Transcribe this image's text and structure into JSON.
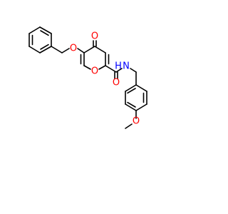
{
  "molecule": {
    "atoms": {
      "ether_oxygen": {
        "text": "O",
        "color": "#ff0000"
      },
      "ketone_oxygen": {
        "text": "O",
        "color": "#ff0000"
      },
      "ring_oxygen": {
        "text": "O",
        "color": "#ff0000"
      },
      "amide_oxygen": {
        "text": "O",
        "color": "#ff0000"
      },
      "amide_nitrogen": {
        "text": "N",
        "color": "#0000ff"
      },
      "amide_hydrogen": {
        "text": "H",
        "color": "#0000ff"
      },
      "methoxy_oxygen": {
        "text": "O",
        "color": "#ff0000"
      }
    },
    "bond_color": "#000000"
  }
}
